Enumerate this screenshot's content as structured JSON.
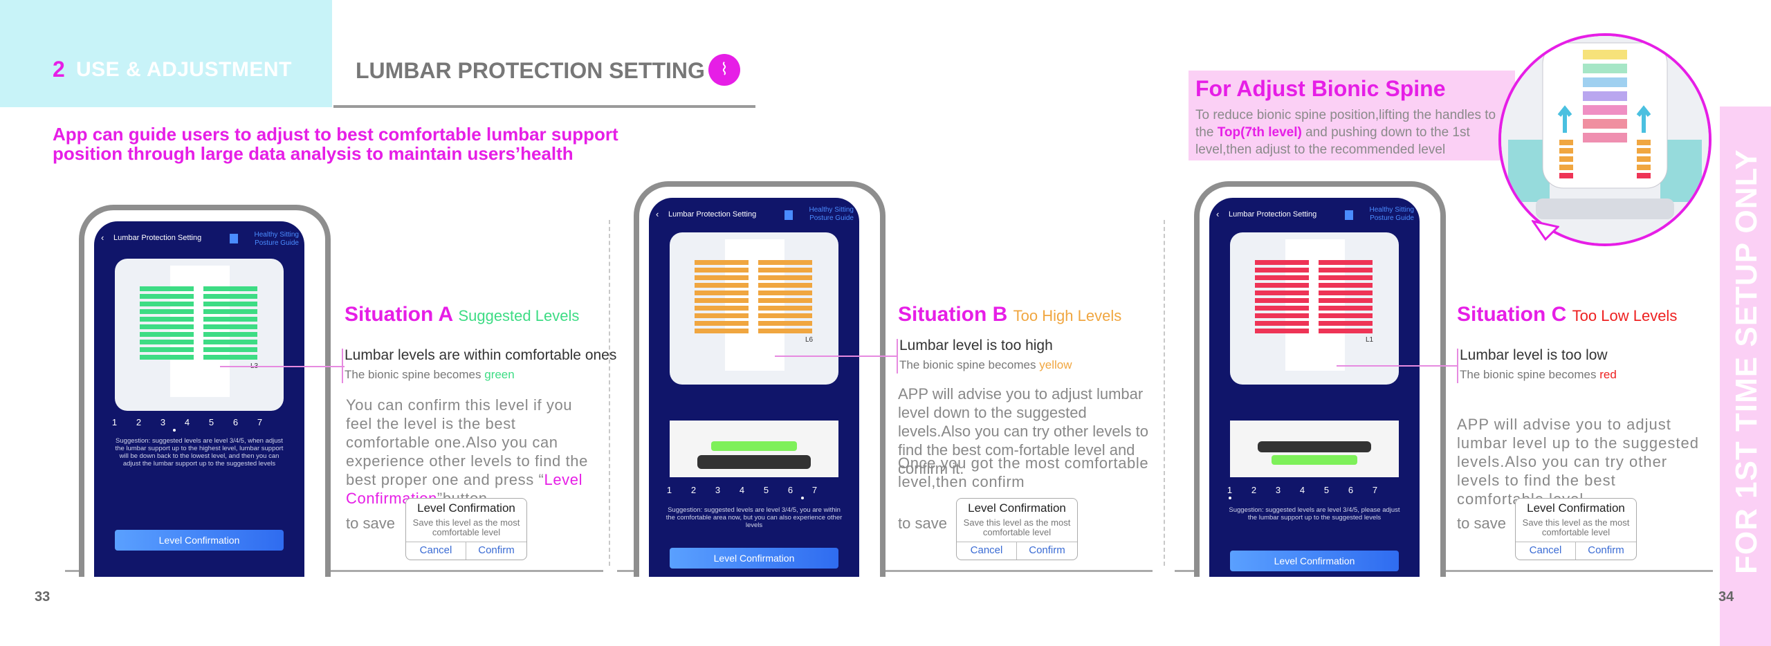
{
  "header": {
    "section_number": "2",
    "section_title": "USE & ADJUSTMENT",
    "page_title": "LUMBAR PROTECTION SETTING",
    "intro": "App can guide users to adjust to best comfortable lumbar support position through large data analysis to maintain users’health"
  },
  "bionic": {
    "title": "For Adjust Bionic Spine",
    "text_a": "To reduce bionic spine position,lifting the handles to the ",
    "text_highlight": "Top(7th level)",
    "text_b": " and pushing down to the 1st level,then adjust to the recommended level"
  },
  "side_label": "FOR 1ST TIME SETUP ONLY",
  "page_numbers": {
    "left": "33",
    "right": "34"
  },
  "app": {
    "screen_title": "Lumbar Protection Setting",
    "guide_line1": "Healthy Sitting",
    "guide_line2": "Posture Guide",
    "button": "Level Confirmation",
    "levels": [
      "1",
      "2",
      "3",
      "4",
      "5",
      "6",
      "7"
    ]
  },
  "dialog": {
    "title": "Level Confirmation",
    "subtitle": "Save this level as the most comfortable level",
    "cancel": "Cancel",
    "confirm": "Confirm"
  },
  "to_save": "to save",
  "colors": {
    "green": "#3ddc84",
    "yellow": "#f0a640",
    "red": "#ee3456",
    "accent": "#e61ee6"
  },
  "situations": [
    {
      "label": "Situation A",
      "sub": "Suggested Levels",
      "sub_color": "#3ddc84",
      "heading": "Lumbar levels are within comfortable ones",
      "line_a": "The bionic spine becomes ",
      "line_color_word": "green",
      "body": "You can confirm this level if you feel the level is the best comfortable one.Also you can experience other levels to find the best proper one and press “",
      "body_link": "Level Confirmation",
      "body_end": "”button",
      "suggestion": "Suggestion: suggested levels are level 3/4/5, when adjust the lumbar support up to the highest level, lumbar support will be down back to the lowest level, and then you can adjust the lumbar support up to the suggested levels",
      "spine_color": "#3ddc84",
      "phone_label": "L3"
    },
    {
      "label": "Situation B",
      "sub": "Too High Levels",
      "sub_color": "#f0a640",
      "heading": "Lumbar level is too high",
      "line_a": "The bionic spine becomes ",
      "line_color_word": "yellow",
      "body": "APP will advise you to adjust lumbar level down to the suggested levels.Also you can try other levels to find the best com-fortable level and confirm it.",
      "body2": "Once you got the most comfortable level,then confirm",
      "suggestion": "Suggestion: suggested levels are level 3/4/5, you are within the comfortable area now, but you can also experience other levels",
      "spine_color": "#f0a640",
      "phone_label": "L6"
    },
    {
      "label": "Situation C",
      "sub": "Too Low Levels",
      "sub_color": "#ee2020",
      "heading": "Lumbar level is too low",
      "line_a": "The bionic spine becomes ",
      "line_color_word": "red",
      "body": "APP will advise you to adjust lumbar level up to the suggested levels.Also you can try other levels to find the best comfortable level",
      "suggestion": "Suggestion: suggested levels are level 3/4/5, please adjust the lumbar support up to the suggested levels",
      "spine_color": "#ee3456",
      "phone_label": "L1"
    }
  ]
}
